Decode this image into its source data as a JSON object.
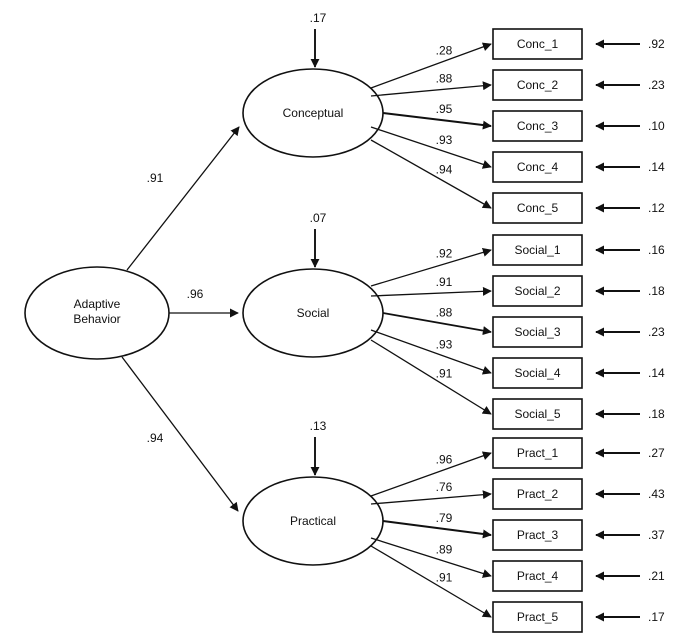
{
  "root": {
    "label_lines": [
      "Adaptive",
      "Behavior"
    ]
  },
  "factors": [
    {
      "id": "conceptual",
      "label": "Conceptual",
      "root_loading": ".91",
      "residual": ".17",
      "indicators": [
        {
          "label": "Conc_1",
          "loading": ".28",
          "error": ".92"
        },
        {
          "label": "Conc_2",
          "loading": ".88",
          "error": ".23"
        },
        {
          "label": "Conc_3",
          "loading": ".95",
          "error": ".10"
        },
        {
          "label": "Conc_4",
          "loading": ".93",
          "error": ".14"
        },
        {
          "label": "Conc_5",
          "loading": ".94",
          "error": ".12"
        }
      ]
    },
    {
      "id": "social",
      "label": "Social",
      "root_loading": ".96",
      "residual": ".07",
      "indicators": [
        {
          "label": "Social_1",
          "loading": ".92",
          "error": ".16"
        },
        {
          "label": "Social_2",
          "loading": ".91",
          "error": ".18"
        },
        {
          "label": "Social_3",
          "loading": ".88",
          "error": ".23"
        },
        {
          "label": "Social_4",
          "loading": ".93",
          "error": ".14"
        },
        {
          "label": "Social_5",
          "loading": ".91",
          "error": ".18"
        }
      ]
    },
    {
      "id": "practical",
      "label": "Practical",
      "root_loading": ".94",
      "residual": ".13",
      "indicators": [
        {
          "label": "Pract_1",
          "loading": ".96",
          "error": ".27"
        },
        {
          "label": "Pract_2",
          "loading": ".76",
          "error": ".43"
        },
        {
          "label": "Pract_3",
          "loading": ".79",
          "error": ".37"
        },
        {
          "label": "Pract_4",
          "loading": ".89",
          "error": ".21"
        },
        {
          "label": "Pract_5",
          "loading": ".91",
          "error": ".17"
        }
      ]
    }
  ]
}
